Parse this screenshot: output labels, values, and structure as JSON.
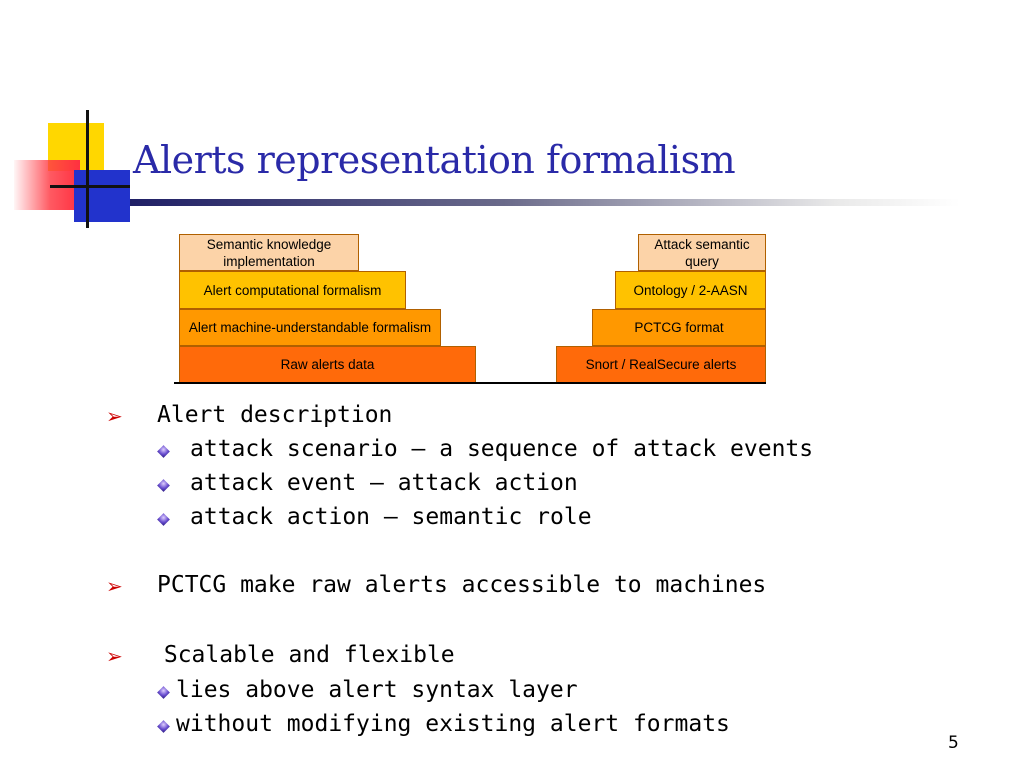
{
  "slide": {
    "title": "Alerts representation formalism",
    "page_number": "5"
  },
  "diagram": {
    "left_stack": [
      "Semantic knowledge implementation",
      "Alert computational formalism",
      "Alert machine-understandable formalism",
      "Raw alerts data"
    ],
    "right_stack": [
      "Attack semantic query",
      "Ontology / 2-AASN",
      "PCTCG format",
      "Snort / RealSecure alerts"
    ]
  },
  "bullets": {
    "b1": "Alert description",
    "b1_sub": [
      "attack scenario – a sequence of attack events",
      "attack event – attack action",
      "attack action – semantic role"
    ],
    "b2": "PCTCG make raw alerts accessible to machines",
    "b3": " Scalable and flexible",
    "b3_sub": [
      "lies above alert syntax layer",
      "without modifying existing alert formats"
    ]
  },
  "colors": {
    "title": "#2a2aa8",
    "arrow": "#cc0000",
    "level1": "#fcd3a8",
    "level2": "#ffc200",
    "level3": "#ff9800",
    "level4": "#ff6a0a"
  }
}
